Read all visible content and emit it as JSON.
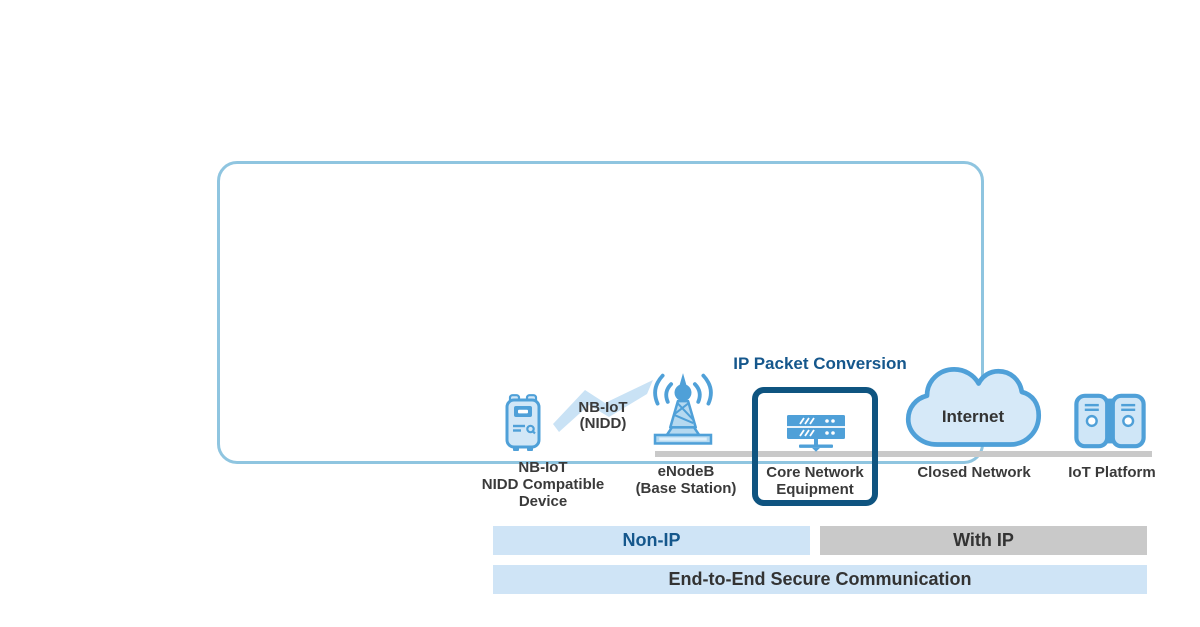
{
  "diagram": {
    "conversion_title": "IP Packet Conversion",
    "radio_link": {
      "line1": "NB-IoT",
      "line2": "(NIDD)"
    },
    "device": {
      "line1": "NB-IoT",
      "line2": "NIDD Compatible",
      "line3": "Device"
    },
    "enodeb": {
      "line1": "eNodeB",
      "line2": "(Base Station)"
    },
    "core": {
      "line1": "Core Network",
      "line2": "Equipment"
    },
    "internet": {
      "cloud_label": "Internet",
      "caption": "Closed Network"
    },
    "platform": {
      "caption": "IoT Platform"
    },
    "bars": {
      "non_ip": "Non-IP",
      "with_ip": "With IP",
      "secure": "End-to-End Secure Communication"
    },
    "colors": {
      "icon_blue": "#4fa0d8",
      "icon_light_fill": "#d2e7f7",
      "dark_blue_text": "#15578c",
      "core_box_border": "#0f5480",
      "panel_border": "#8fc5e0",
      "bar_blue": "#cfe4f6",
      "bar_gray": "#c9c9c9",
      "line_gray": "#c9c9c9",
      "label_dark": "#3a3a3a"
    }
  }
}
